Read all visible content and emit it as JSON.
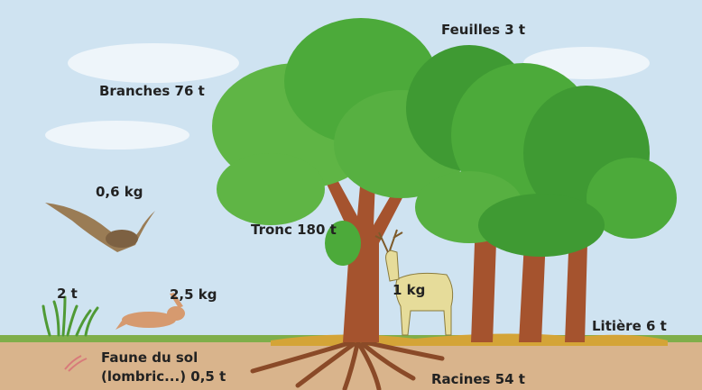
{
  "labels": {
    "feuilles": "Feuilles 3 t",
    "branches": "Branches 76 t",
    "tronc": "Tronc 180 t",
    "rapace": "0,6 kg",
    "herbe": "2 t",
    "lievre": "2,5 kg",
    "cerf": "1 kg",
    "litiere": "Litière 6 t",
    "faune_line1": "Faune du sol",
    "faune_line2": "(lombric...) 0,5 t",
    "racines": "Racines 54 t"
  },
  "colors": {
    "sky": "#cfe3f1",
    "ground": "#d9b48c",
    "grass": "#6aa84f",
    "foliage": "#4caa3a",
    "trunk": "#a5532e",
    "litter": "#d4a437",
    "deer": "#e6dc9a"
  }
}
